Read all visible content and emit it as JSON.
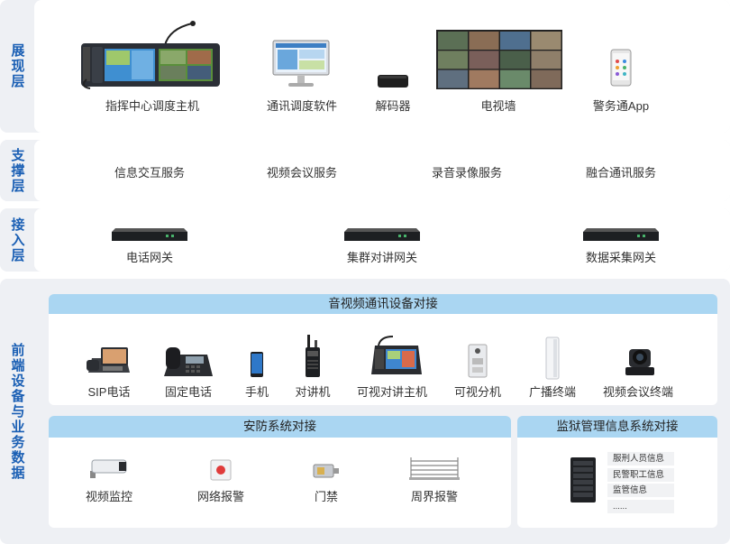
{
  "layers": {
    "presentation": {
      "label": "展现层",
      "items": [
        {
          "icon": "command-console-icon",
          "label": "指挥中心调度主机"
        },
        {
          "icon": "desktop-monitor-icon",
          "label": "通讯调度软件"
        },
        {
          "icon": "decoder-box-icon",
          "label": "解码器"
        },
        {
          "icon": "video-wall-icon",
          "label": "电视墙"
        },
        {
          "icon": "smartphone-icon",
          "label": "警务通App"
        }
      ]
    },
    "support": {
      "label": "支撑层",
      "items": [
        "信息交互服务",
        "视频会议服务",
        "录音录像服务",
        "融合通讯服务"
      ]
    },
    "access": {
      "label": "接入层",
      "items": [
        {
          "icon": "rack-server-icon",
          "label": "电话网关"
        },
        {
          "icon": "rack-server-icon",
          "label": "集群对讲网关"
        },
        {
          "icon": "rack-server-icon",
          "label": "数据采集网关"
        }
      ]
    },
    "frontend": {
      "label": "前端设备与业务数据",
      "av_title": "音视频通讯设备对接",
      "av_items": [
        {
          "icon": "sip-phone-icon",
          "label": "SIP电话"
        },
        {
          "icon": "desk-phone-icon",
          "label": "固定电话"
        },
        {
          "icon": "mobile-phone-icon",
          "label": "手机"
        },
        {
          "icon": "walkie-talkie-icon",
          "label": "对讲机"
        },
        {
          "icon": "video-intercom-host-icon",
          "label": "可视对讲主机"
        },
        {
          "icon": "intercom-extension-icon",
          "label": "可视分机"
        },
        {
          "icon": "broadcast-speaker-icon",
          "label": "广播终端"
        },
        {
          "icon": "ptz-camera-icon",
          "label": "视频会议终端"
        }
      ],
      "security_title": "安防系统对接",
      "security_items": [
        {
          "icon": "bullet-camera-icon",
          "label": "视频监控"
        },
        {
          "icon": "alarm-button-icon",
          "label": "网络报警"
        },
        {
          "icon": "door-lock-icon",
          "label": "门禁"
        },
        {
          "icon": "perimeter-fence-icon",
          "label": "周界报警"
        }
      ],
      "prison_title": "监狱管理信息系统对接",
      "prison_items": [
        "服刑人员信息",
        "民警职工信息",
        "监管信息",
        "......"
      ]
    }
  },
  "colors": {
    "accent": "#1a5fb4",
    "band": "#aad6f2",
    "layer_bg": "#eef0f4"
  }
}
